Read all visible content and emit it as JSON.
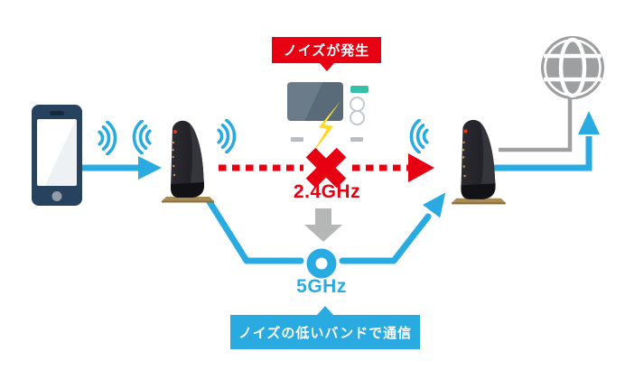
{
  "labels": {
    "noise_callout": "ノイズが発生",
    "blocked_band": "2.4GHz",
    "clear_band": "5GHz",
    "solution_callout": "ノイズの低いバンドで通信"
  },
  "colors": {
    "brand_red": "#e60012",
    "brand_blue": "#29abe2",
    "neutral_gray": "#9e9fa0",
    "block_arrow_gray": "#b5b6b6",
    "lightning_yellow": "#ffd900",
    "router_black": "#202025",
    "router_base_gold": "#a98b50",
    "phone_navy": "#26425f",
    "microwave_teal": "#33c2a8"
  },
  "icons": {
    "smartphone": "smartphone-icon",
    "wifi_waves": "wifi-waves-icon",
    "router": "router-icon",
    "microwave": "microwave-icon",
    "lightning": "lightning-bolt-icon",
    "blocked_x": "x-mark-icon",
    "band_ring": "ring-icon",
    "internet_globe": "globe-icon",
    "down_arrow": "down-arrow-icon"
  }
}
